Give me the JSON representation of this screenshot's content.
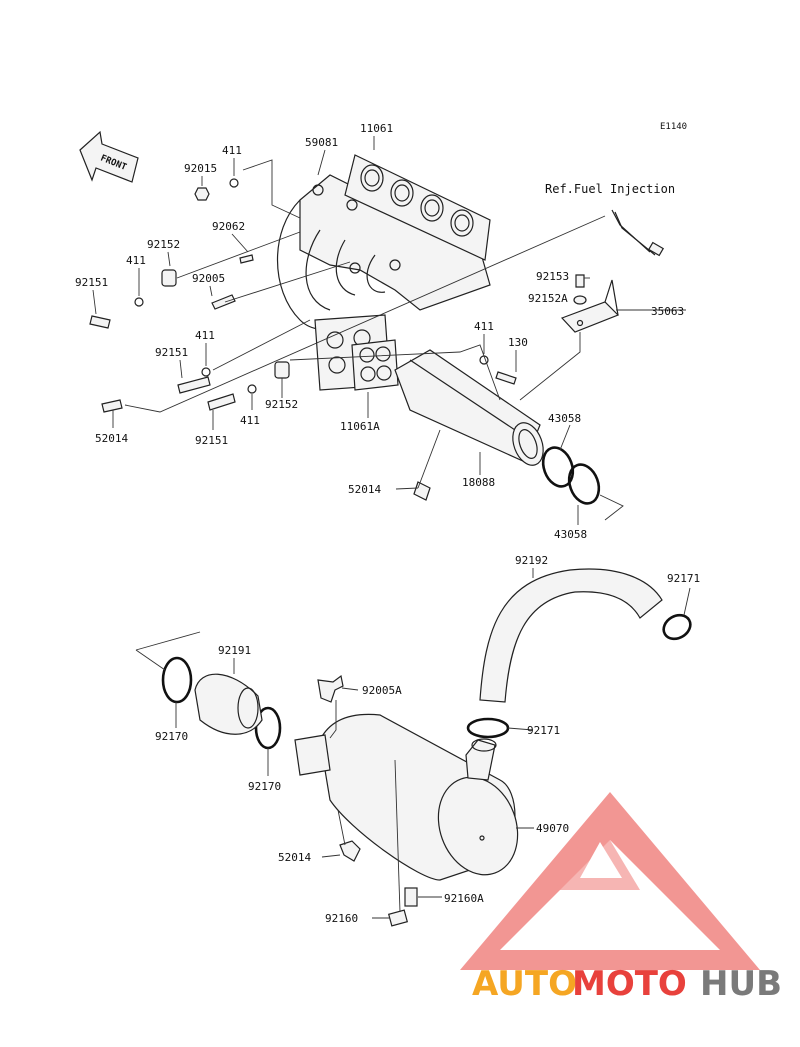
{
  "diagram": {
    "code": "E1140",
    "reference_note": "Ref.Fuel Injection",
    "front_label": "FRONT"
  },
  "part_labels": {
    "p11061": "11061",
    "p59081": "59081",
    "p411_a": "411",
    "p92015": "92015",
    "p92062": "92062",
    "p92152_a": "92152",
    "p411_b": "411",
    "p92005": "92005",
    "p92151_a": "92151",
    "p411_c": "411",
    "p92151_b": "92151",
    "p52014_a": "52014",
    "p92151_c": "92151",
    "p411_d": "411",
    "p92152_b": "92152",
    "p11061A": "11061A",
    "p92153": "92153",
    "p92152A": "92152A",
    "p35063": "35063",
    "p411_e": "411",
    "p130": "130",
    "p43058_a": "43058",
    "p18088": "18088",
    "p52014_b": "52014",
    "p43058_b": "43058",
    "p92192": "92192",
    "p92171_a": "92171",
    "p92191": "92191",
    "p92005A": "92005A",
    "p92170_a": "92170",
    "p92171_b": "92171",
    "p92170_b": "92170",
    "p49070": "49070",
    "p52014_c": "52014",
    "p92160A": "92160A",
    "p92160": "92160"
  },
  "watermark": {
    "part1": "AUTO",
    "part2": "MOTO",
    "part3": "HUB",
    "color_orange": "#f5a623",
    "color_red": "#e8413c",
    "color_gray": "#7a7a7a"
  }
}
